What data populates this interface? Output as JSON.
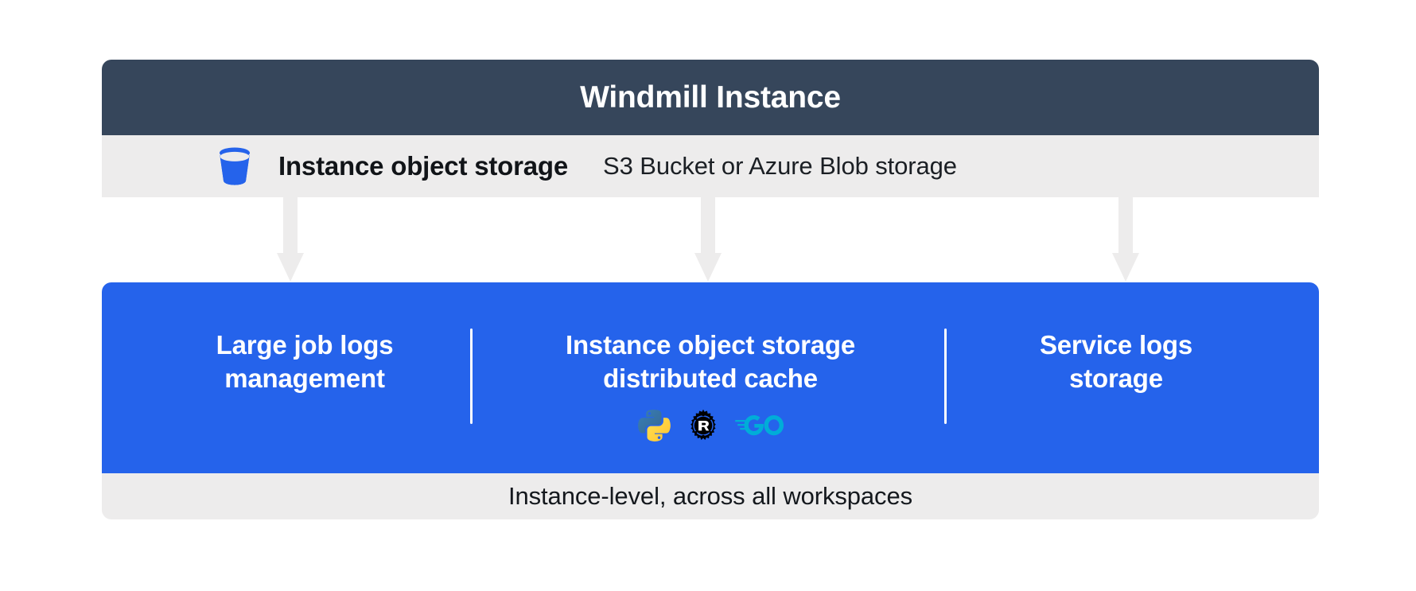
{
  "header": {
    "title": "Windmill Instance",
    "bg_color": "#36465B",
    "text_color": "#FFFFFF"
  },
  "storage_band": {
    "icon": "s3-bucket-icon",
    "icon_color": "#2563EB",
    "label": "Instance object storage",
    "sublabel": "S3 Bucket or Azure Blob storage",
    "bg_color": "#EDECEC"
  },
  "connectors": [
    {
      "name": "arrow-to-large-job-logs"
    },
    {
      "name": "arrow-to-distributed-cache"
    },
    {
      "name": "arrow-to-service-logs"
    }
  ],
  "features": {
    "bg_color": "#2563EB",
    "columns": [
      {
        "id": "large-job-logs-management",
        "title": "Large job logs\nmanagement",
        "languages": []
      },
      {
        "id": "instance-object-storage-distributed-cache",
        "title": "Instance object storage\ndistributed cache",
        "languages": [
          {
            "name": "python-icon",
            "label": "Python",
            "color": "#FFD43B"
          },
          {
            "name": "rust-icon",
            "label": "Rust",
            "color": "#000000"
          },
          {
            "name": "go-icon",
            "label": "Go",
            "color": "#00ADD8"
          }
        ]
      },
      {
        "id": "service-logs-storage",
        "title": "Service logs\nstorage",
        "languages": []
      }
    ]
  },
  "footer": {
    "text": "Instance-level, across all workspaces",
    "bg_color": "#EDECEC"
  }
}
